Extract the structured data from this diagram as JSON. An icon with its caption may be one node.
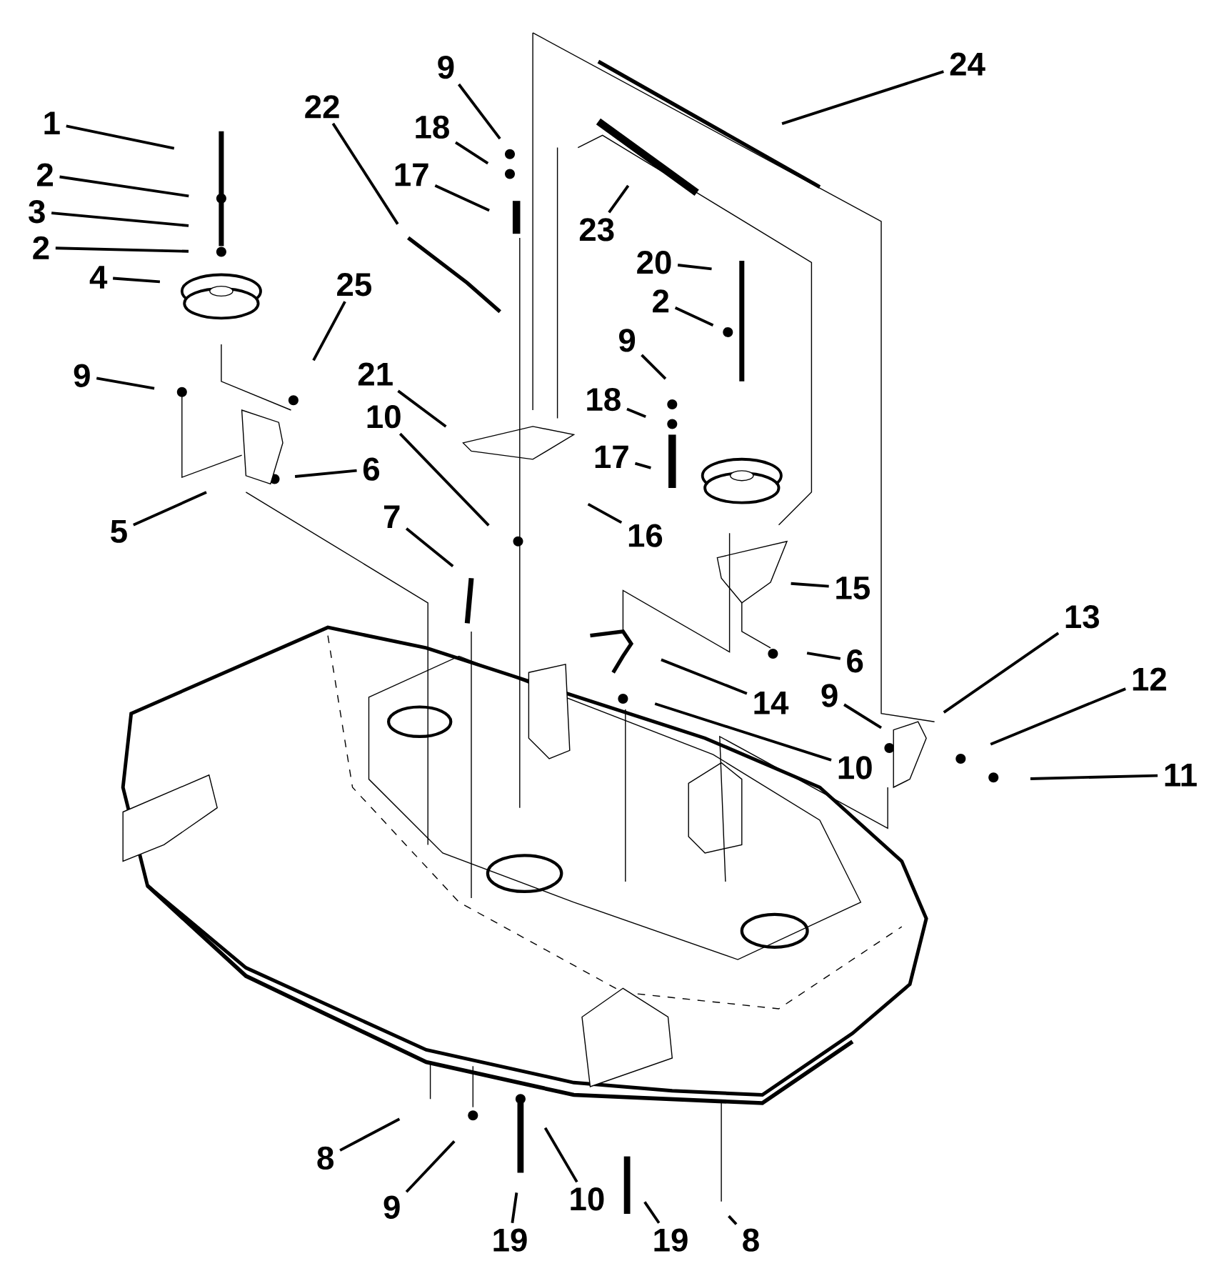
{
  "diagram": {
    "nodes": [
      {
        "text": [
          "1"
        ]
      },
      {
        "text": [
          "2"
        ]
      },
      {
        "text": [
          "3"
        ]
      },
      {
        "text": [
          "2"
        ]
      },
      {
        "text": [
          "4"
        ]
      },
      {
        "text": [
          "25"
        ]
      },
      {
        "text": [
          "9"
        ]
      },
      {
        "text": [
          "6"
        ]
      },
      {
        "text": [
          "5"
        ]
      },
      {
        "text": [
          "9"
        ]
      },
      {
        "text": [
          "18"
        ]
      },
      {
        "text": [
          "17"
        ]
      },
      {
        "text": [
          "22"
        ]
      },
      {
        "text": [
          "21"
        ]
      },
      {
        "text": [
          "10"
        ]
      },
      {
        "text": [
          "16"
        ]
      },
      {
        "text": [
          "7"
        ]
      },
      {
        "text": [
          "23"
        ]
      },
      {
        "text": [
          "24"
        ]
      },
      {
        "text": [
          "20"
        ]
      },
      {
        "text": [
          "2"
        ]
      },
      {
        "text": [
          "9"
        ]
      },
      {
        "text": [
          "18"
        ]
      },
      {
        "text": [
          "17"
        ]
      },
      {
        "text": [
          "15"
        ]
      },
      {
        "text": [
          "6"
        ]
      },
      {
        "text": [
          "14"
        ]
      },
      {
        "text": [
          "10"
        ]
      },
      {
        "text": [
          "9"
        ]
      },
      {
        "text": [
          "13"
        ]
      },
      {
        "text": [
          "12"
        ]
      },
      {
        "text": [
          "11"
        ]
      },
      {
        "text": [
          "8"
        ]
      },
      {
        "text": [
          "9"
        ]
      },
      {
        "text": [
          "10"
        ]
      },
      {
        "text": [
          "19"
        ]
      },
      {
        "text": [
          "19"
        ]
      },
      {
        "text": [
          "8"
        ]
      }
    ],
    "edges": [
      {
        "from": 0,
        "to": null,
        "arrow": "none"
      },
      {
        "from": 1,
        "to": null,
        "arrow": "none"
      },
      {
        "from": 2,
        "to": null,
        "arrow": "none"
      },
      {
        "from": 3,
        "to": null,
        "arrow": "none"
      },
      {
        "from": 4,
        "to": null,
        "arrow": "none"
      },
      {
        "from": 5,
        "to": null,
        "arrow": "none"
      },
      {
        "from": 6,
        "to": null,
        "arrow": "none"
      },
      {
        "from": 7,
        "to": null,
        "arrow": "none"
      },
      {
        "from": 8,
        "to": null,
        "arrow": "none"
      },
      {
        "from": 9,
        "to": null,
        "arrow": "none"
      },
      {
        "from": 10,
        "to": null,
        "arrow": "none"
      },
      {
        "from": 11,
        "to": null,
        "arrow": "none"
      },
      {
        "from": 12,
        "to": null,
        "arrow": "none"
      },
      {
        "from": 13,
        "to": null,
        "arrow": "none"
      },
      {
        "from": 14,
        "to": null,
        "arrow": "none"
      },
      {
        "from": 15,
        "to": null,
        "arrow": "none"
      },
      {
        "from": 16,
        "to": null,
        "arrow": "none"
      },
      {
        "from": 17,
        "to": null,
        "arrow": "none"
      },
      {
        "from": 18,
        "to": null,
        "arrow": "none"
      },
      {
        "from": 19,
        "to": null,
        "arrow": "none"
      },
      {
        "from": 20,
        "to": null,
        "arrow": "none"
      },
      {
        "from": 21,
        "to": null,
        "arrow": "none"
      },
      {
        "from": 22,
        "to": null,
        "arrow": "none"
      },
      {
        "from": 23,
        "to": null,
        "arrow": "none"
      },
      {
        "from": 24,
        "to": null,
        "arrow": "none"
      },
      {
        "from": 25,
        "to": null,
        "arrow": "none"
      },
      {
        "from": 26,
        "to": null,
        "arrow": "none"
      },
      {
        "from": 27,
        "to": null,
        "arrow": "none"
      },
      {
        "from": 28,
        "to": null,
        "arrow": "none"
      },
      {
        "from": 29,
        "to": null,
        "arrow": "none"
      },
      {
        "from": 30,
        "to": null,
        "arrow": "none"
      },
      {
        "from": 31,
        "to": null,
        "arrow": "none"
      },
      {
        "from": 32,
        "to": null,
        "arrow": "none"
      },
      {
        "from": 33,
        "to": null,
        "arrow": "none"
      },
      {
        "from": 34,
        "to": null,
        "arrow": "none"
      },
      {
        "from": 35,
        "to": null,
        "arrow": "none"
      },
      {
        "from": 36,
        "to": null,
        "arrow": "none"
      },
      {
        "from": 37,
        "to": null,
        "arrow": "none"
      }
    ]
  }
}
